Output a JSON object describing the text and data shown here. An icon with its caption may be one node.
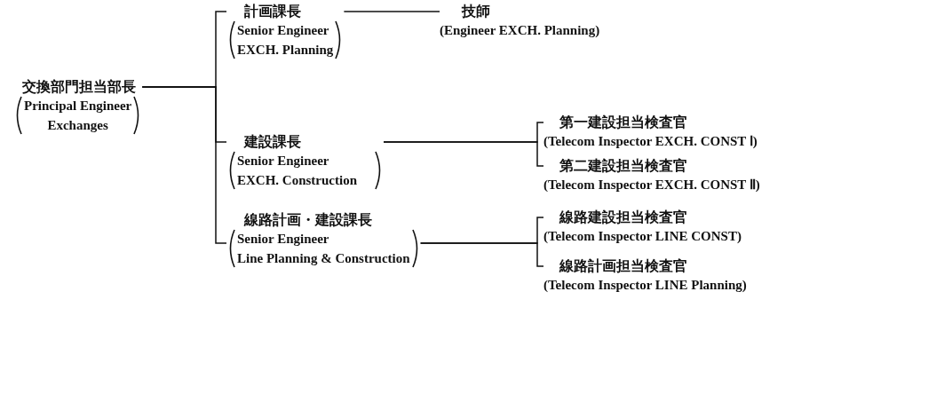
{
  "diagram": {
    "nodes": [
      {
        "text": [
          "交換部門担当部長",
          "Principal Engineer Exchanges"
        ]
      },
      {
        "text": [
          "計画課長",
          "Senior Engineer EXCH. Planning"
        ]
      },
      {
        "text": [
          "建設課長",
          "Senior Engineer EXCH. Construction"
        ]
      },
      {
        "text": [
          "線路計画・建設課長",
          "Senior Engineer Line Planning & Construction"
        ]
      },
      {
        "text": [
          "技師",
          "(Engineer EXCH. Planning)"
        ]
      },
      {
        "text": [
          "第一建設担当検査官",
          "(Telecom Inspector EXCH. CONST Ⅰ)"
        ]
      },
      {
        "text": [
          "第二建設担当検査官",
          "(Telecom Inspector EXCH. CONST Ⅱ)"
        ]
      },
      {
        "text": [
          "線路建設担当検査官",
          "(Telecom Inspector LINE CONST)"
        ]
      },
      {
        "text": [
          "線路計画担当検査官",
          "(Telecom Inspector LINE Planning)"
        ]
      }
    ],
    "edges": [
      {
        "from": 0,
        "to": 1,
        "arrow": "none"
      },
      {
        "from": 0,
        "to": 2,
        "arrow": "none"
      },
      {
        "from": 0,
        "to": 3,
        "arrow": "none"
      },
      {
        "from": 1,
        "to": 4,
        "arrow": "none"
      },
      {
        "from": 2,
        "to": 5,
        "arrow": "none"
      },
      {
        "from": 2,
        "to": 6,
        "arrow": "none"
      },
      {
        "from": 3,
        "to": 7,
        "arrow": "none"
      },
      {
        "from": 3,
        "to": 8,
        "arrow": "none"
      }
    ]
  }
}
